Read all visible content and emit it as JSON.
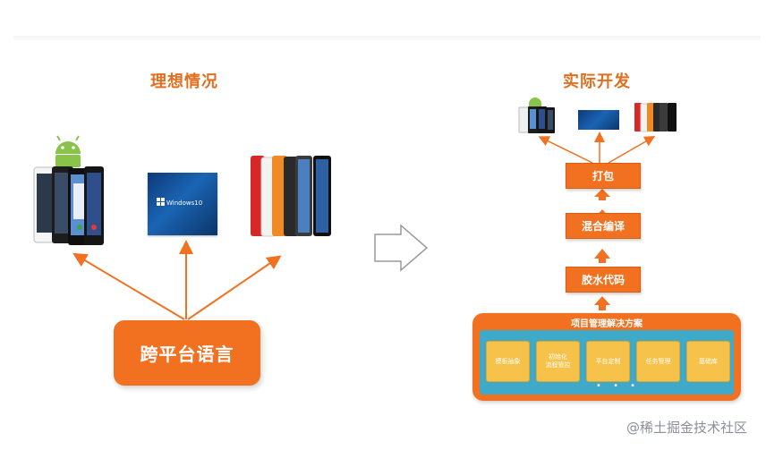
{
  "left": {
    "heading": "理想情况",
    "language_box": "跨平台语言",
    "windows_logo": "Windows10"
  },
  "right": {
    "heading": "实际开发",
    "steps": [
      "打包",
      "混合编译",
      "胶水代码"
    ],
    "solution_title": "项目管理解决方案",
    "modules": [
      "模板抽象",
      "初始化\n流程管控",
      "平台定制",
      "任务管理",
      "基础库"
    ],
    "dots": "• • •"
  },
  "watermark": "@稀土掘金技术社区",
  "colors": {
    "accent": "#f27121",
    "heading": "#e07020",
    "panel_blue": "#3fa9c9",
    "module_yellow": "#f7c24a"
  }
}
